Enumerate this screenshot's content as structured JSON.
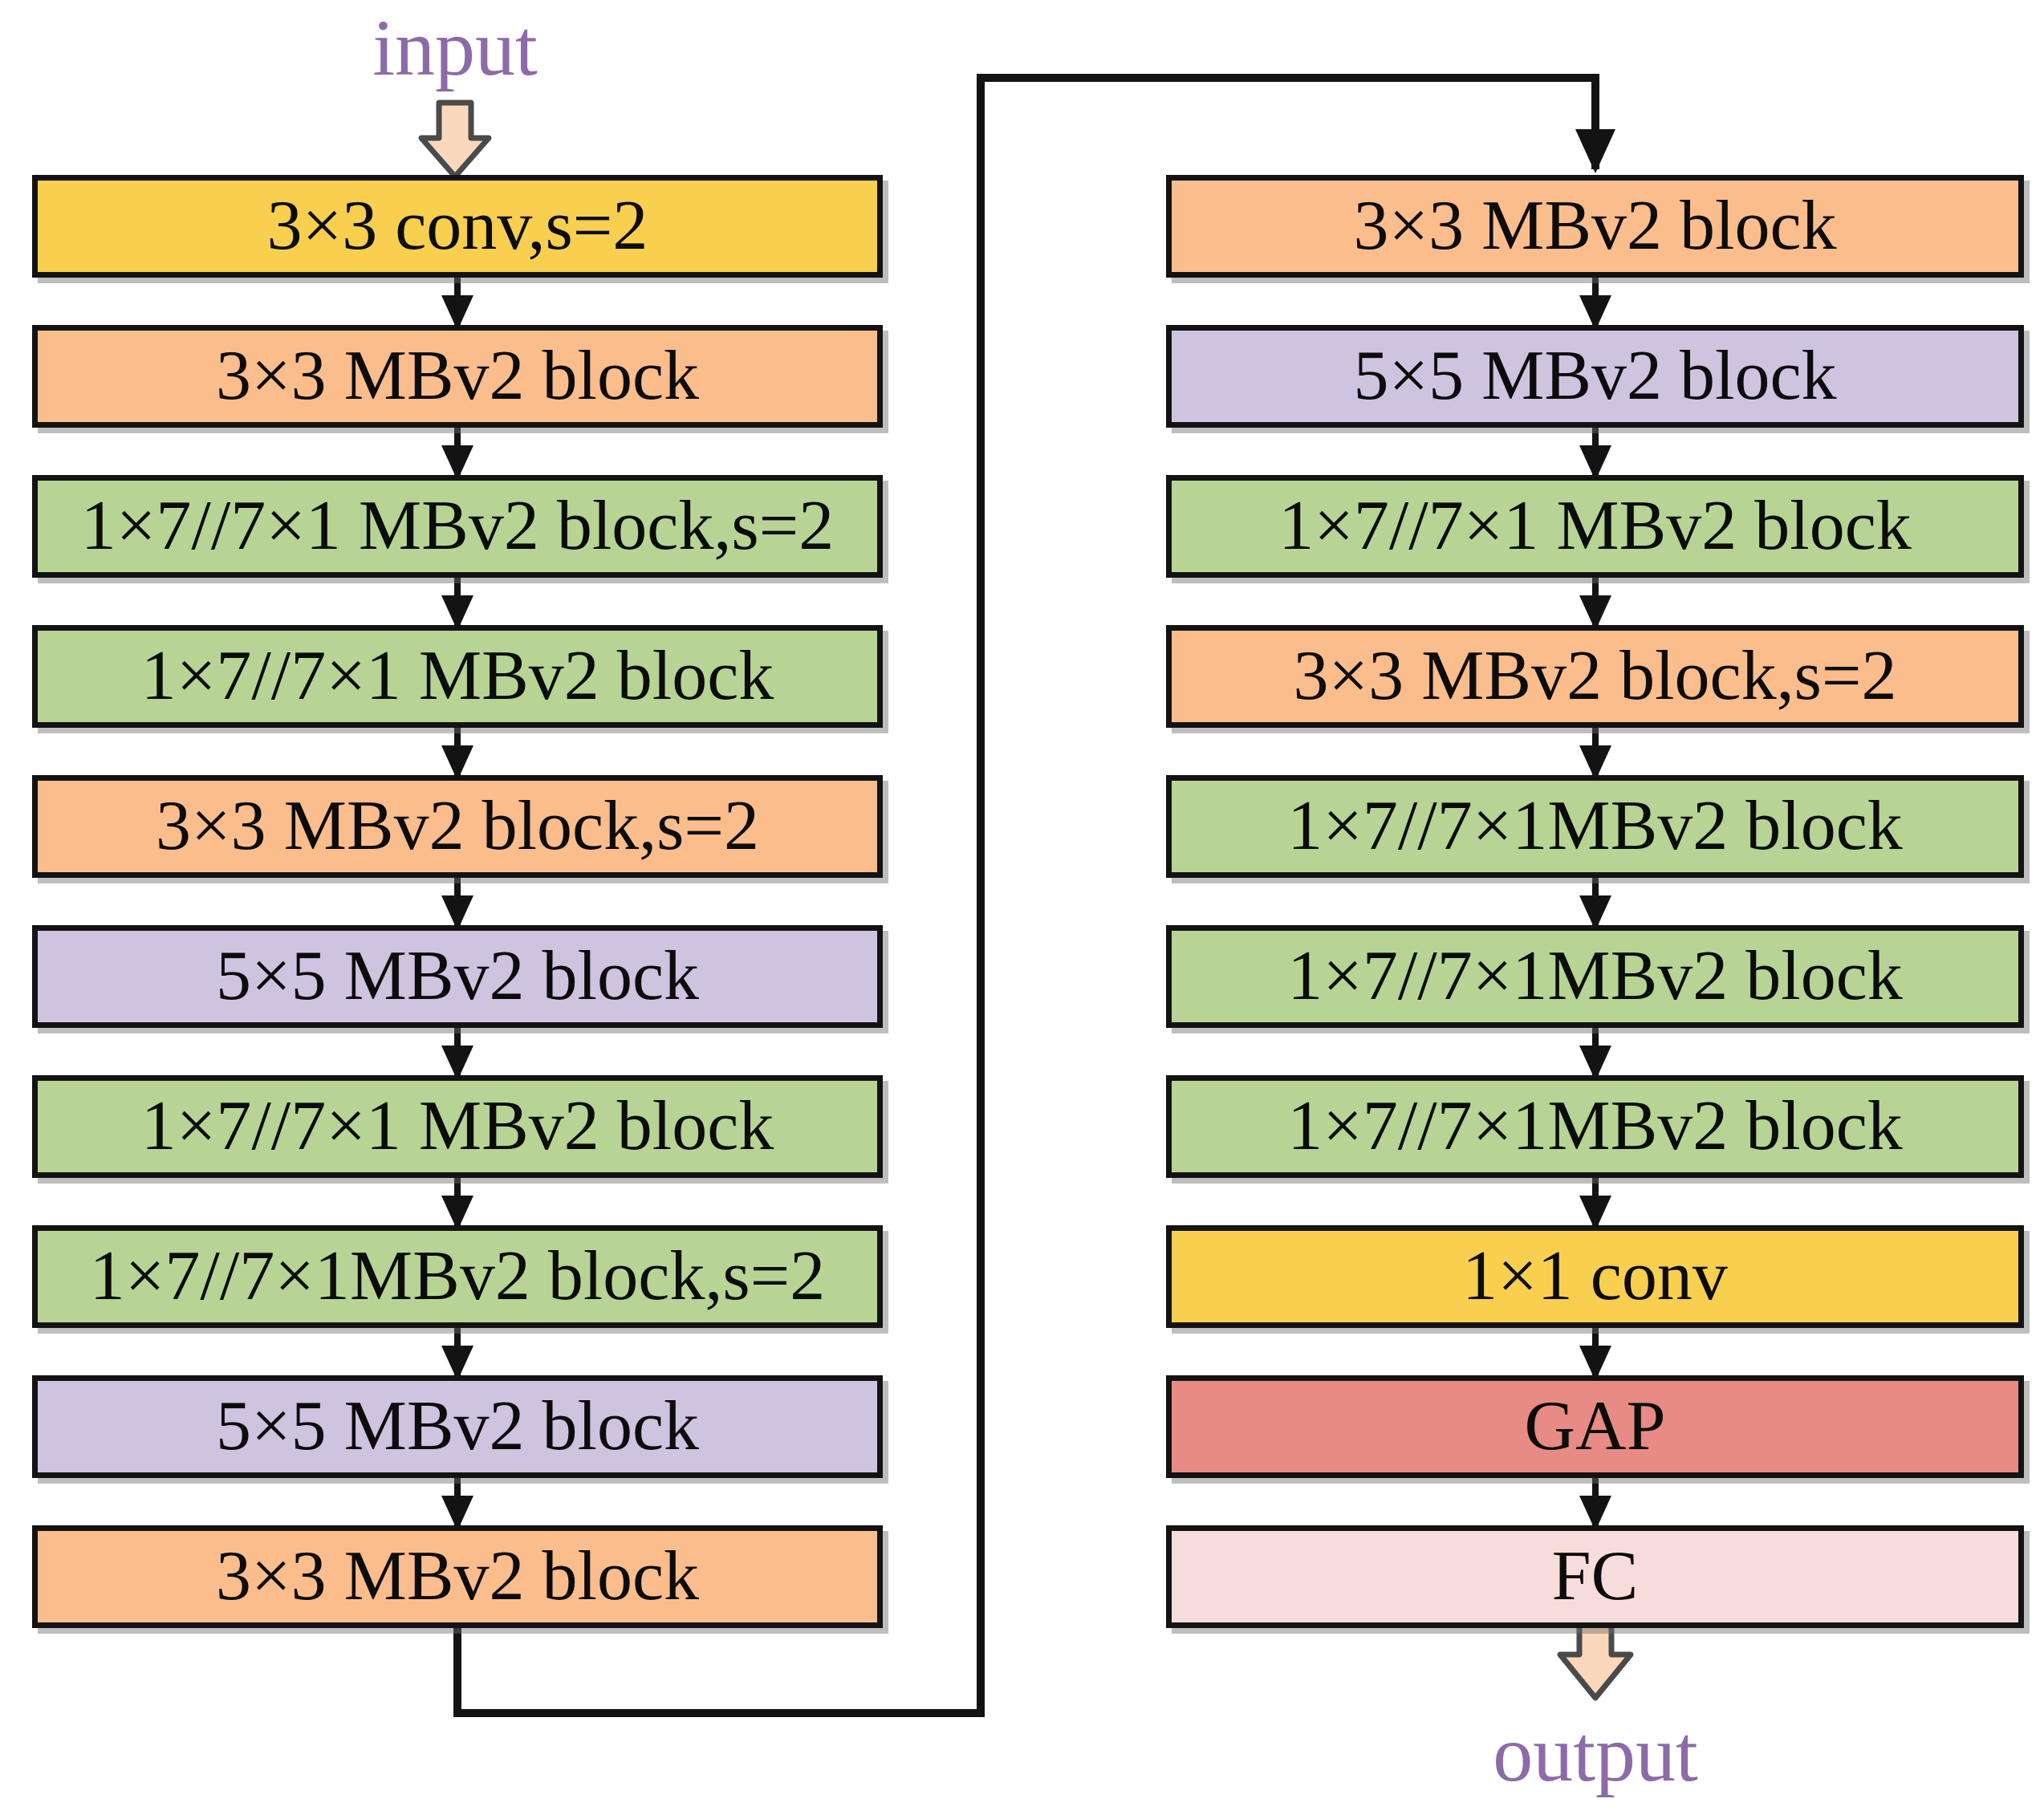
{
  "diagram": {
    "title_semantic": "CNN architecture flow diagram",
    "input_label": "input",
    "output_label": "output",
    "palette": {
      "conv_yellow": "#F8CF4E",
      "mbv2_3x3_orange": "#FBBD8C",
      "mbv2_1x7_green": "#B7D494",
      "mbv2_5x5_purple": "#CEC4DF",
      "gap_red": "#E78B84",
      "fc_pink": "#F6DCDA",
      "io_text_purple": "#8B6BA8",
      "io_arrow_peach": "#FBD8BC",
      "line_black": "#131313"
    },
    "columns": {
      "left": {
        "blocks": [
          {
            "label": "3×3 conv,s=2",
            "color": "conv_yellow"
          },
          {
            "label": "3×3 MBv2 block",
            "color": "mbv2_3x3_orange"
          },
          {
            "label": "1×7//7×1 MBv2 block,s=2",
            "color": "mbv2_1x7_green"
          },
          {
            "label": "1×7//7×1 MBv2 block",
            "color": "mbv2_1x7_green"
          },
          {
            "label": "3×3 MBv2 block,s=2",
            "color": "mbv2_3x3_orange"
          },
          {
            "label": "5×5 MBv2 block",
            "color": "mbv2_5x5_purple"
          },
          {
            "label": "1×7//7×1 MBv2 block",
            "color": "mbv2_1x7_green"
          },
          {
            "label": "1×7//7×1MBv2 block,s=2",
            "color": "mbv2_1x7_green"
          },
          {
            "label": "5×5 MBv2 block",
            "color": "mbv2_5x5_purple"
          },
          {
            "label": "3×3 MBv2 block",
            "color": "mbv2_3x3_orange"
          }
        ]
      },
      "right": {
        "blocks": [
          {
            "label": "3×3 MBv2 block",
            "color": "mbv2_3x3_orange"
          },
          {
            "label": "5×5 MBv2 block",
            "color": "mbv2_5x5_purple"
          },
          {
            "label": "1×7//7×1 MBv2 block",
            "color": "mbv2_1x7_green"
          },
          {
            "label": "3×3 MBv2 block,s=2",
            "color": "mbv2_3x3_orange"
          },
          {
            "label": "1×7//7×1MBv2 block",
            "color": "mbv2_1x7_green"
          },
          {
            "label": "1×7//7×1MBv2 block",
            "color": "mbv2_1x7_green"
          },
          {
            "label": "1×7//7×1MBv2 block",
            "color": "mbv2_1x7_green"
          },
          {
            "label": "1×1 conv",
            "color": "conv_yellow"
          },
          {
            "label": "GAP",
            "color": "gap_red"
          },
          {
            "label": "FC",
            "color": "fc_pink"
          }
        ]
      }
    }
  }
}
